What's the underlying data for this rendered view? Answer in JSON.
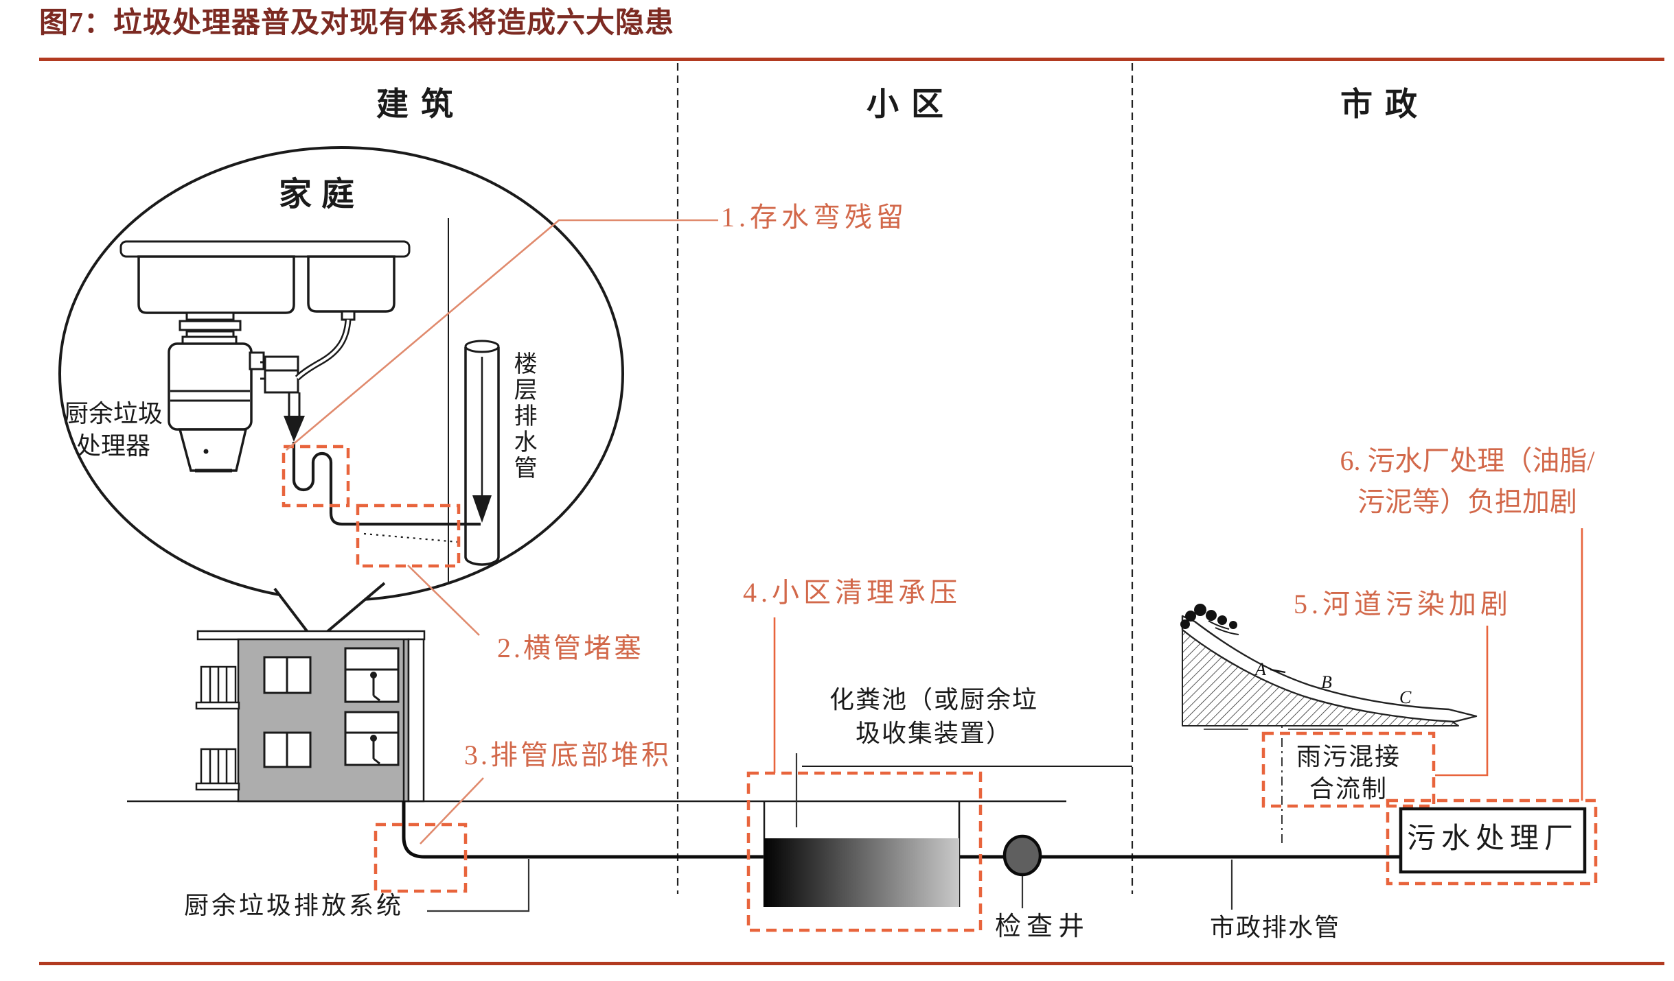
{
  "header": {
    "title": "图7：垃圾处理器普及对现有体系将造成六大隐患",
    "title_color": "#7c2a22",
    "rule_color": "#b23a20"
  },
  "sections": [
    {
      "label": "建筑"
    },
    {
      "label": "小区"
    },
    {
      "label": "市政"
    }
  ],
  "bubble": {
    "home_label": "家庭",
    "disposer_label": [
      "厨余垃圾",
      "处理器"
    ],
    "floor_pipe_label": "楼层排水管"
  },
  "hazards": {
    "h1": "1.存水弯残留",
    "h2": "2.横管堵塞",
    "h3": "3.排管底部堆积",
    "h4": "4.小区清理承压",
    "h5": "5.河道污染加剧",
    "h6_line1": "6. 污水厂处理（油脂/",
    "h6_line2": "污泥等）负担加剧",
    "label_color": "#d2684a",
    "box_color": "#e8643c"
  },
  "labels": {
    "discharge_system": "厨余垃圾排放系统",
    "septic_line1": "化粪池（或厨余垃",
    "septic_line2": "圾收集装置）",
    "inspection_well": "检查井",
    "municipal_pipe": "市政排水管",
    "mixed_flow_line1": "雨污混接",
    "mixed_flow_line2": "合流制",
    "sewage_plant": "污水处理厂"
  },
  "river_marks": {
    "a": "A",
    "b": "B",
    "c": "C"
  }
}
